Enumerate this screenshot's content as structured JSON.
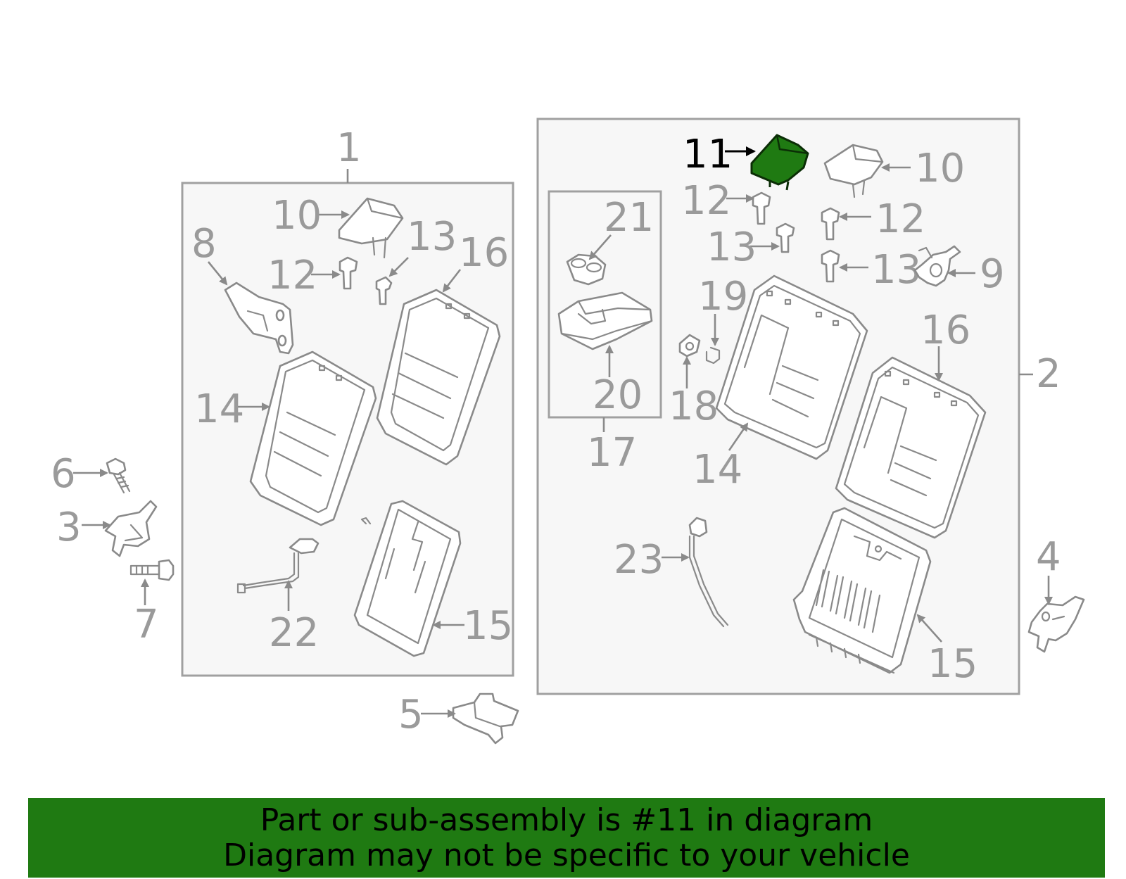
{
  "diagram": {
    "highlight_color": "#1f7a12",
    "callouts": {
      "left_assembly": "1",
      "right_assembly": "2",
      "c3": "3",
      "c4": "4",
      "c5": "5",
      "c6": "6",
      "c7": "7",
      "c8": "8",
      "c9": "9",
      "c10_left": "10",
      "c10_right": "10",
      "c11": "11",
      "c12_left": "12",
      "c12_right_a": "12",
      "c12_right_b": "12",
      "c13_left": "13",
      "c13_right_a": "13",
      "c13_right_b": "13",
      "c14_left": "14",
      "c14_right": "14",
      "c15_left": "15",
      "c15_right": "15",
      "c16_left": "16",
      "c16_right": "16",
      "c17": "17",
      "c18": "18",
      "c19": "19",
      "c20": "20",
      "c21": "21",
      "c22": "22",
      "c23": "23"
    }
  },
  "banner": {
    "line1": "Part or sub-assembly is #11 in diagram",
    "line2": "Diagram may not be specific to your vehicle"
  }
}
